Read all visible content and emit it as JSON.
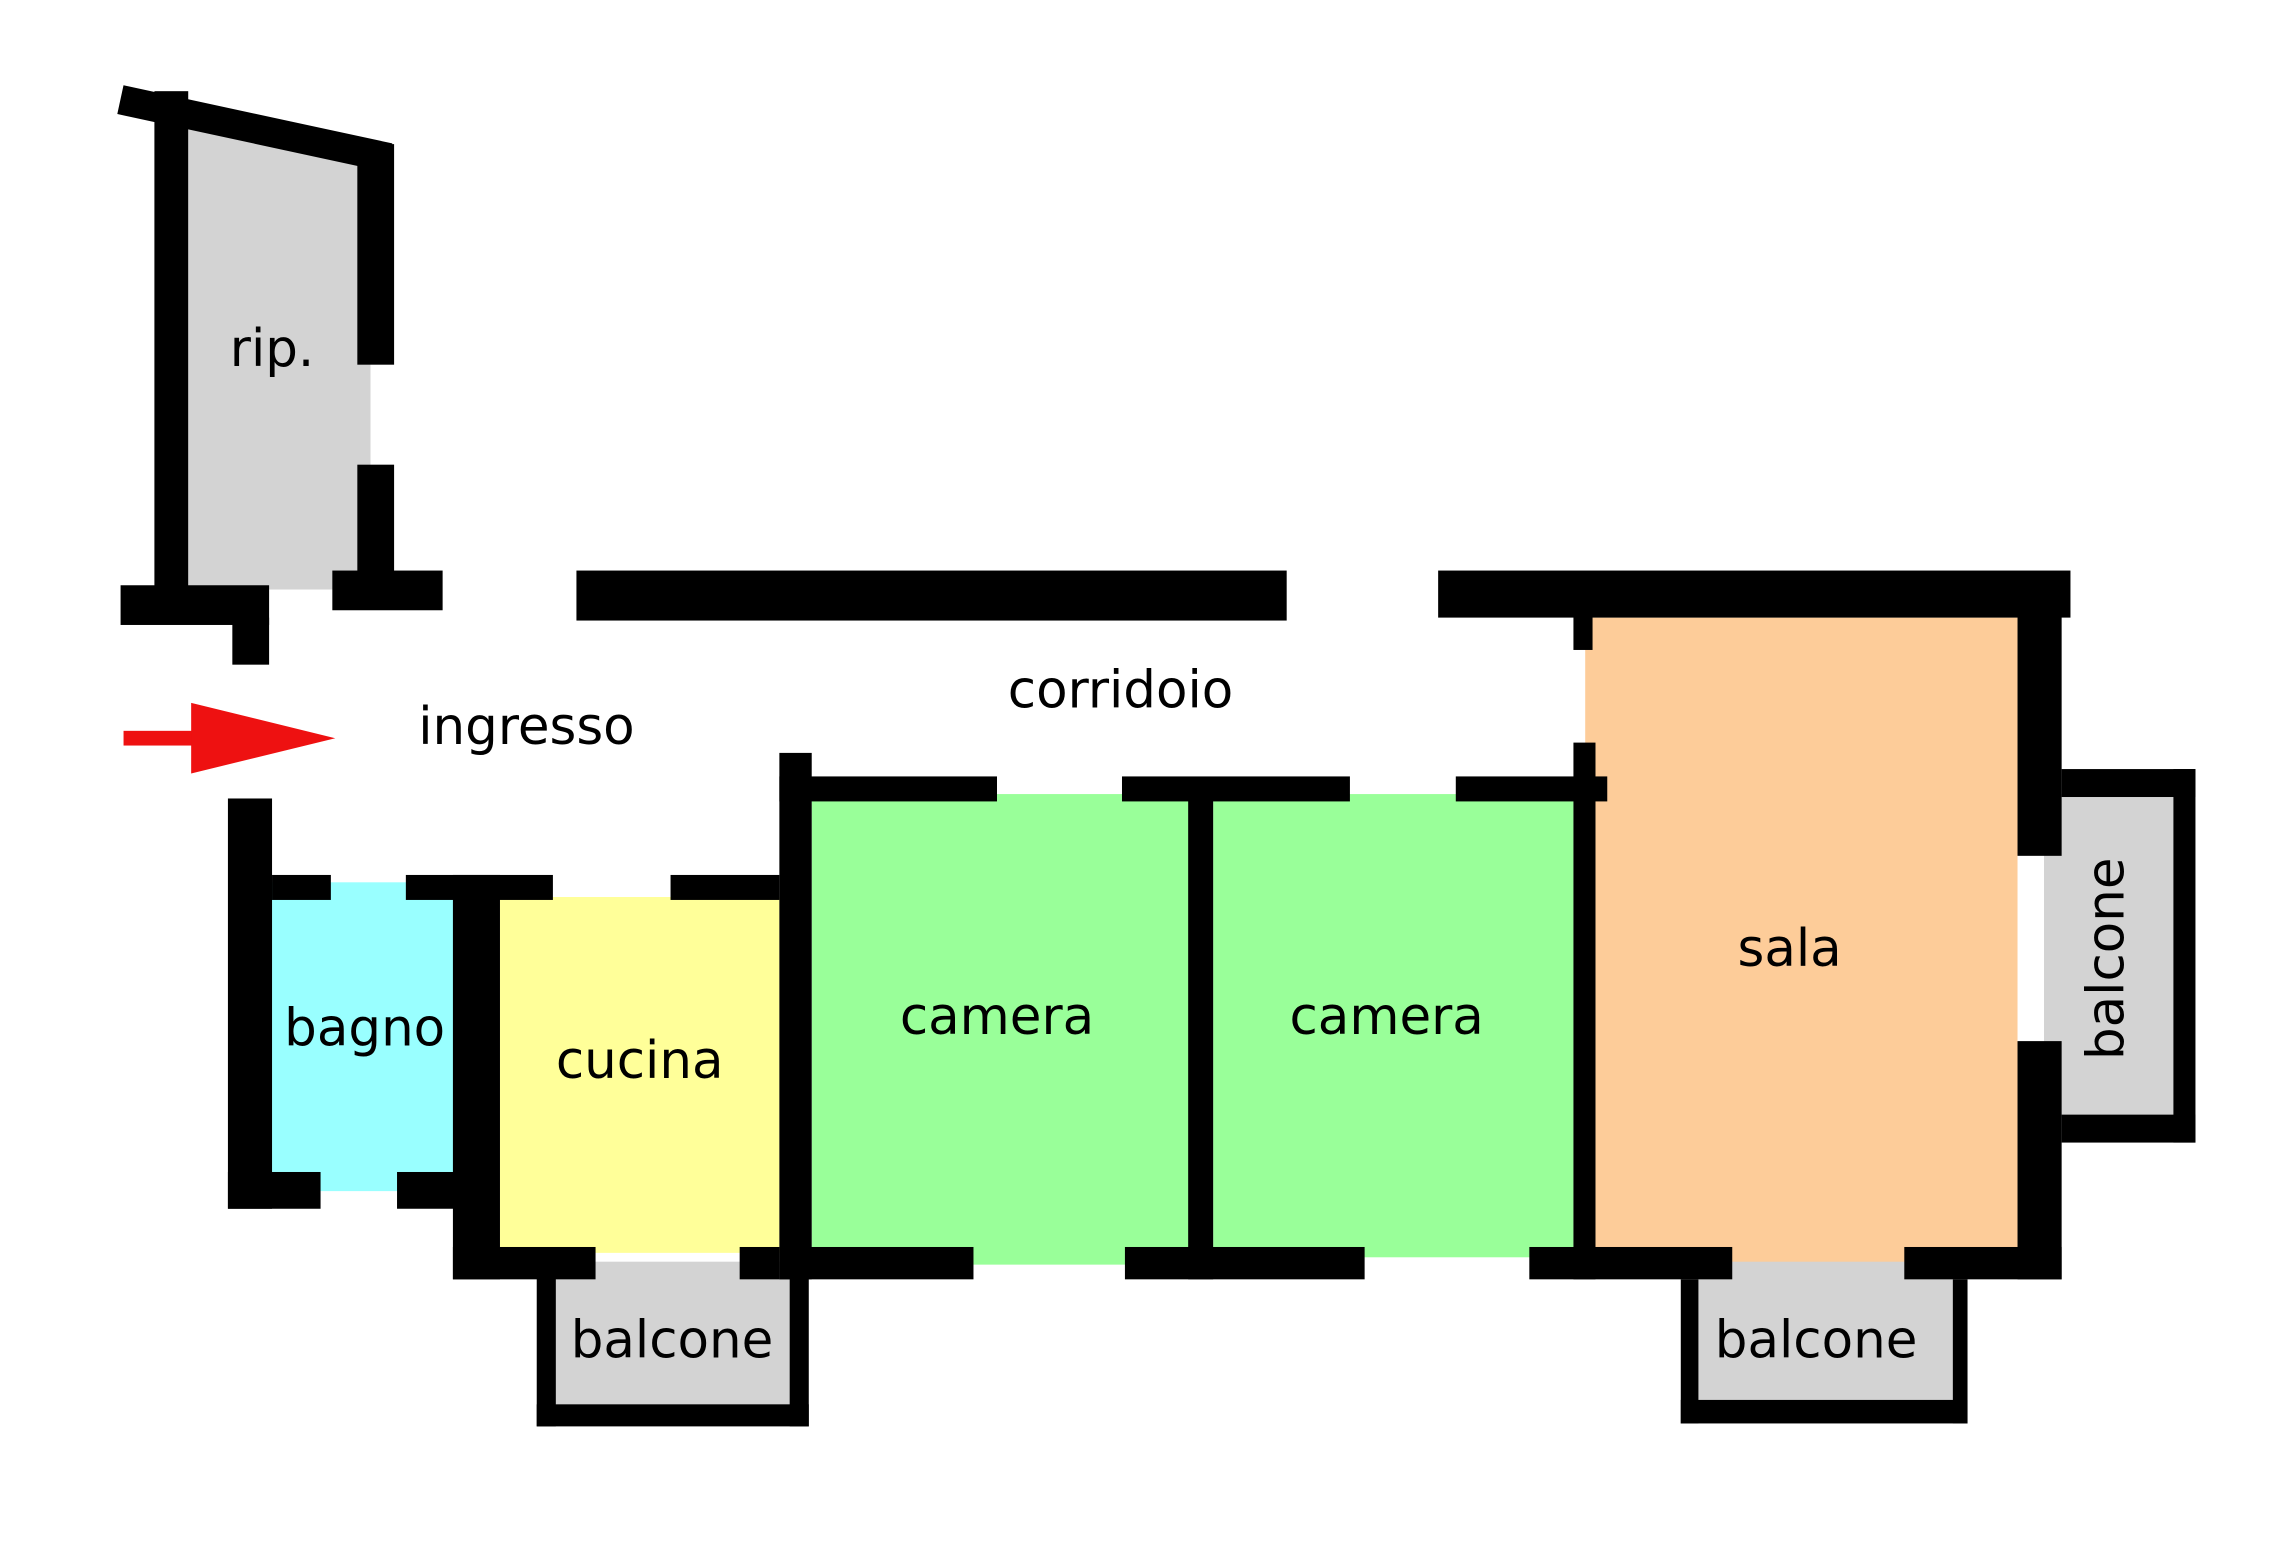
{
  "rooms": {
    "rip": {
      "label": "rip.",
      "color": "#d3d3d3"
    },
    "ingresso": {
      "label": "ingresso"
    },
    "corridoio": {
      "label": "corridoio"
    },
    "bagno": {
      "label": "bagno",
      "color": "#99ffff"
    },
    "cucina": {
      "label": "cucina",
      "color": "#ffff99"
    },
    "camera1": {
      "label": "camera",
      "color": "#99ff99"
    },
    "camera2": {
      "label": "camera",
      "color": "#99ff99"
    },
    "sala": {
      "label": "sala",
      "color": "#fdcc99"
    },
    "balcone_cucina": {
      "label": "balcone",
      "color": "#d3d3d3"
    },
    "balcone_sala_bottom": {
      "label": "balcone",
      "color": "#d3d3d3"
    },
    "balcone_sala_right": {
      "label": "balcone",
      "color": "#d3d3d3"
    }
  },
  "entrance_arrow_color": "#ee1111"
}
